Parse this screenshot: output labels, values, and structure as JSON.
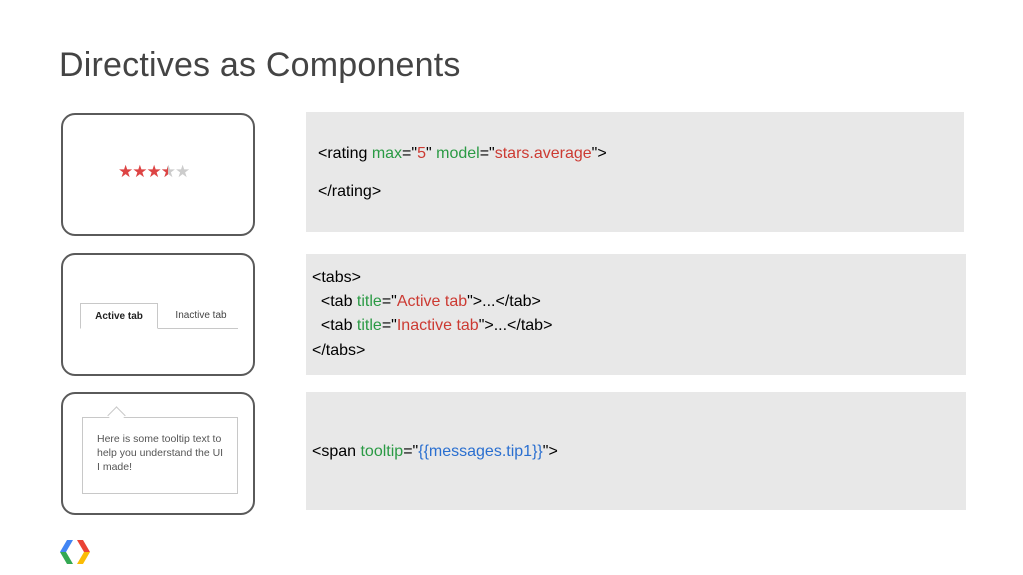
{
  "slide": {
    "title": "Directives as Components"
  },
  "rating_demo": {
    "value": 3.5,
    "max": 5,
    "star_color": "#dd4444",
    "empty_color": "#cccccc"
  },
  "tabs_demo": {
    "active_label": "Active tab",
    "inactive_label": "Inactive tab"
  },
  "tooltip_demo": {
    "text": "Here is some tooltip text to help you understand the UI I made!"
  },
  "code_rating": {
    "open": "<rating ",
    "attr1": "max",
    "eq1": "=\"",
    "val1": "5",
    "sep1": "\" ",
    "attr2": "model",
    "eq2": "=\"",
    "val2": "stars.average",
    "end1": "\">",
    "close": "</rating>"
  },
  "code_tabs": {
    "open": "<tabs>",
    "t1_open": "  <tab ",
    "t1_attr": "title",
    "t1_eq": "=\"",
    "t1_val": "Active tab",
    "t1_end": "\">...</tab>",
    "t2_open": "  <tab ",
    "t2_attr": "title",
    "t2_eq": "=\"",
    "t2_val": "Inactive tab",
    "t2_end": "\">...</tab>",
    "close": "</tabs>"
  },
  "code_tooltip": {
    "open": "<span ",
    "attr": "tooltip",
    "eq": "=\"",
    "val": "{{messages.tip1}}",
    "end": "\">"
  },
  "colors": {
    "attribute": "#2a9a44",
    "value": "#cc3a32",
    "expression": "#2a6fd0"
  },
  "logo": {
    "icon": "google-developers-chevron-icon"
  }
}
